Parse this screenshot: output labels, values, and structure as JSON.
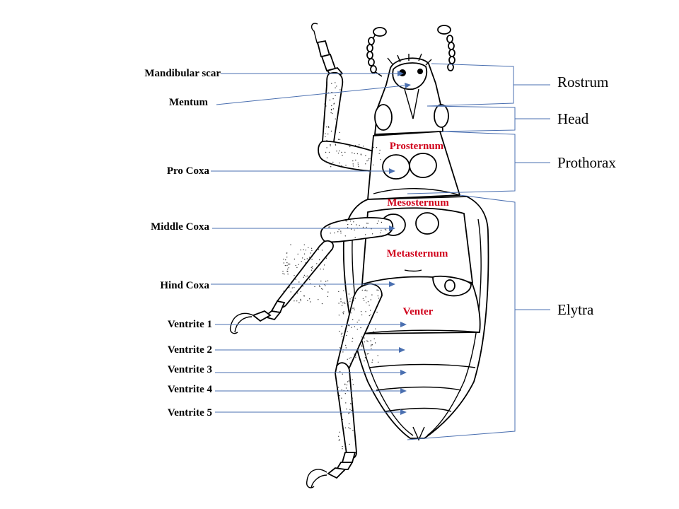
{
  "left_labels": [
    {
      "key": "mandibular",
      "text": "Mandibular scar"
    },
    {
      "key": "mentum",
      "text": "Mentum"
    },
    {
      "key": "procoxa",
      "text": "Pro Coxa"
    },
    {
      "key": "midcoxa",
      "text": "Middle Coxa"
    },
    {
      "key": "hindcoxa",
      "text": "Hind  Coxa"
    },
    {
      "key": "v1",
      "text": "Ventrite 1"
    },
    {
      "key": "v2",
      "text": "Ventrite 2"
    },
    {
      "key": "v3",
      "text": "Ventrite 3"
    },
    {
      "key": "v4",
      "text": "Ventrite 4"
    },
    {
      "key": "v5",
      "text": "Ventrite 5"
    }
  ],
  "body_labels": [
    {
      "key": "prosternum",
      "text": "Prosternum"
    },
    {
      "key": "mesosternum",
      "text": "Mesosternum"
    },
    {
      "key": "metasternum",
      "text": "Metasternum"
    },
    {
      "key": "venter",
      "text": "Venter"
    }
  ],
  "right_labels": [
    {
      "key": "rostrum",
      "text": "Rostrum"
    },
    {
      "key": "head",
      "text": "Head"
    },
    {
      "key": "prothorax",
      "text": "Prothorax"
    },
    {
      "key": "elytra",
      "text": "Elytra"
    }
  ],
  "colors": {
    "pointer": "#4a6fb0",
    "region_label": "#d0021b",
    "outline": "#000000"
  }
}
